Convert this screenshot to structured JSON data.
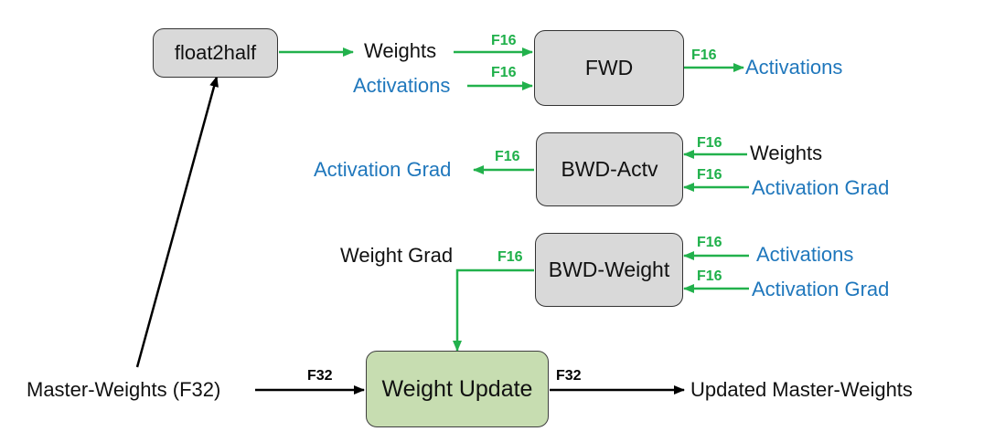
{
  "colors": {
    "fp16_arrow": "#22b14c",
    "fp32_arrow": "#000000",
    "tensor_text_blue": "#1f77bc",
    "op_box_fill": "#d9d9d9",
    "update_box_fill": "#c7ddb1"
  },
  "boxes": {
    "float2half": "float2half",
    "fwd": "FWD",
    "bwd_actv": "BWD-Actv",
    "bwd_weight": "BWD-Weight",
    "weight_update": "Weight Update"
  },
  "labels": {
    "fwd_weights_in": "Weights",
    "fwd_activations_in": "Activations",
    "fwd_activations_out": "Activations",
    "bwd_actv_out": "Activation Grad",
    "bwd_actv_weights_in": "Weights",
    "bwd_actv_grad_in": "Activation Grad",
    "weight_grad": "Weight Grad",
    "bwd_weight_activations_in": "Activations",
    "bwd_weight_grad_in": "Activation Grad",
    "master_weights": "Master-Weights (F32)",
    "updated_master_weights": "Updated Master-Weights"
  },
  "precision": {
    "f16": "F16",
    "f32": "F32"
  }
}
